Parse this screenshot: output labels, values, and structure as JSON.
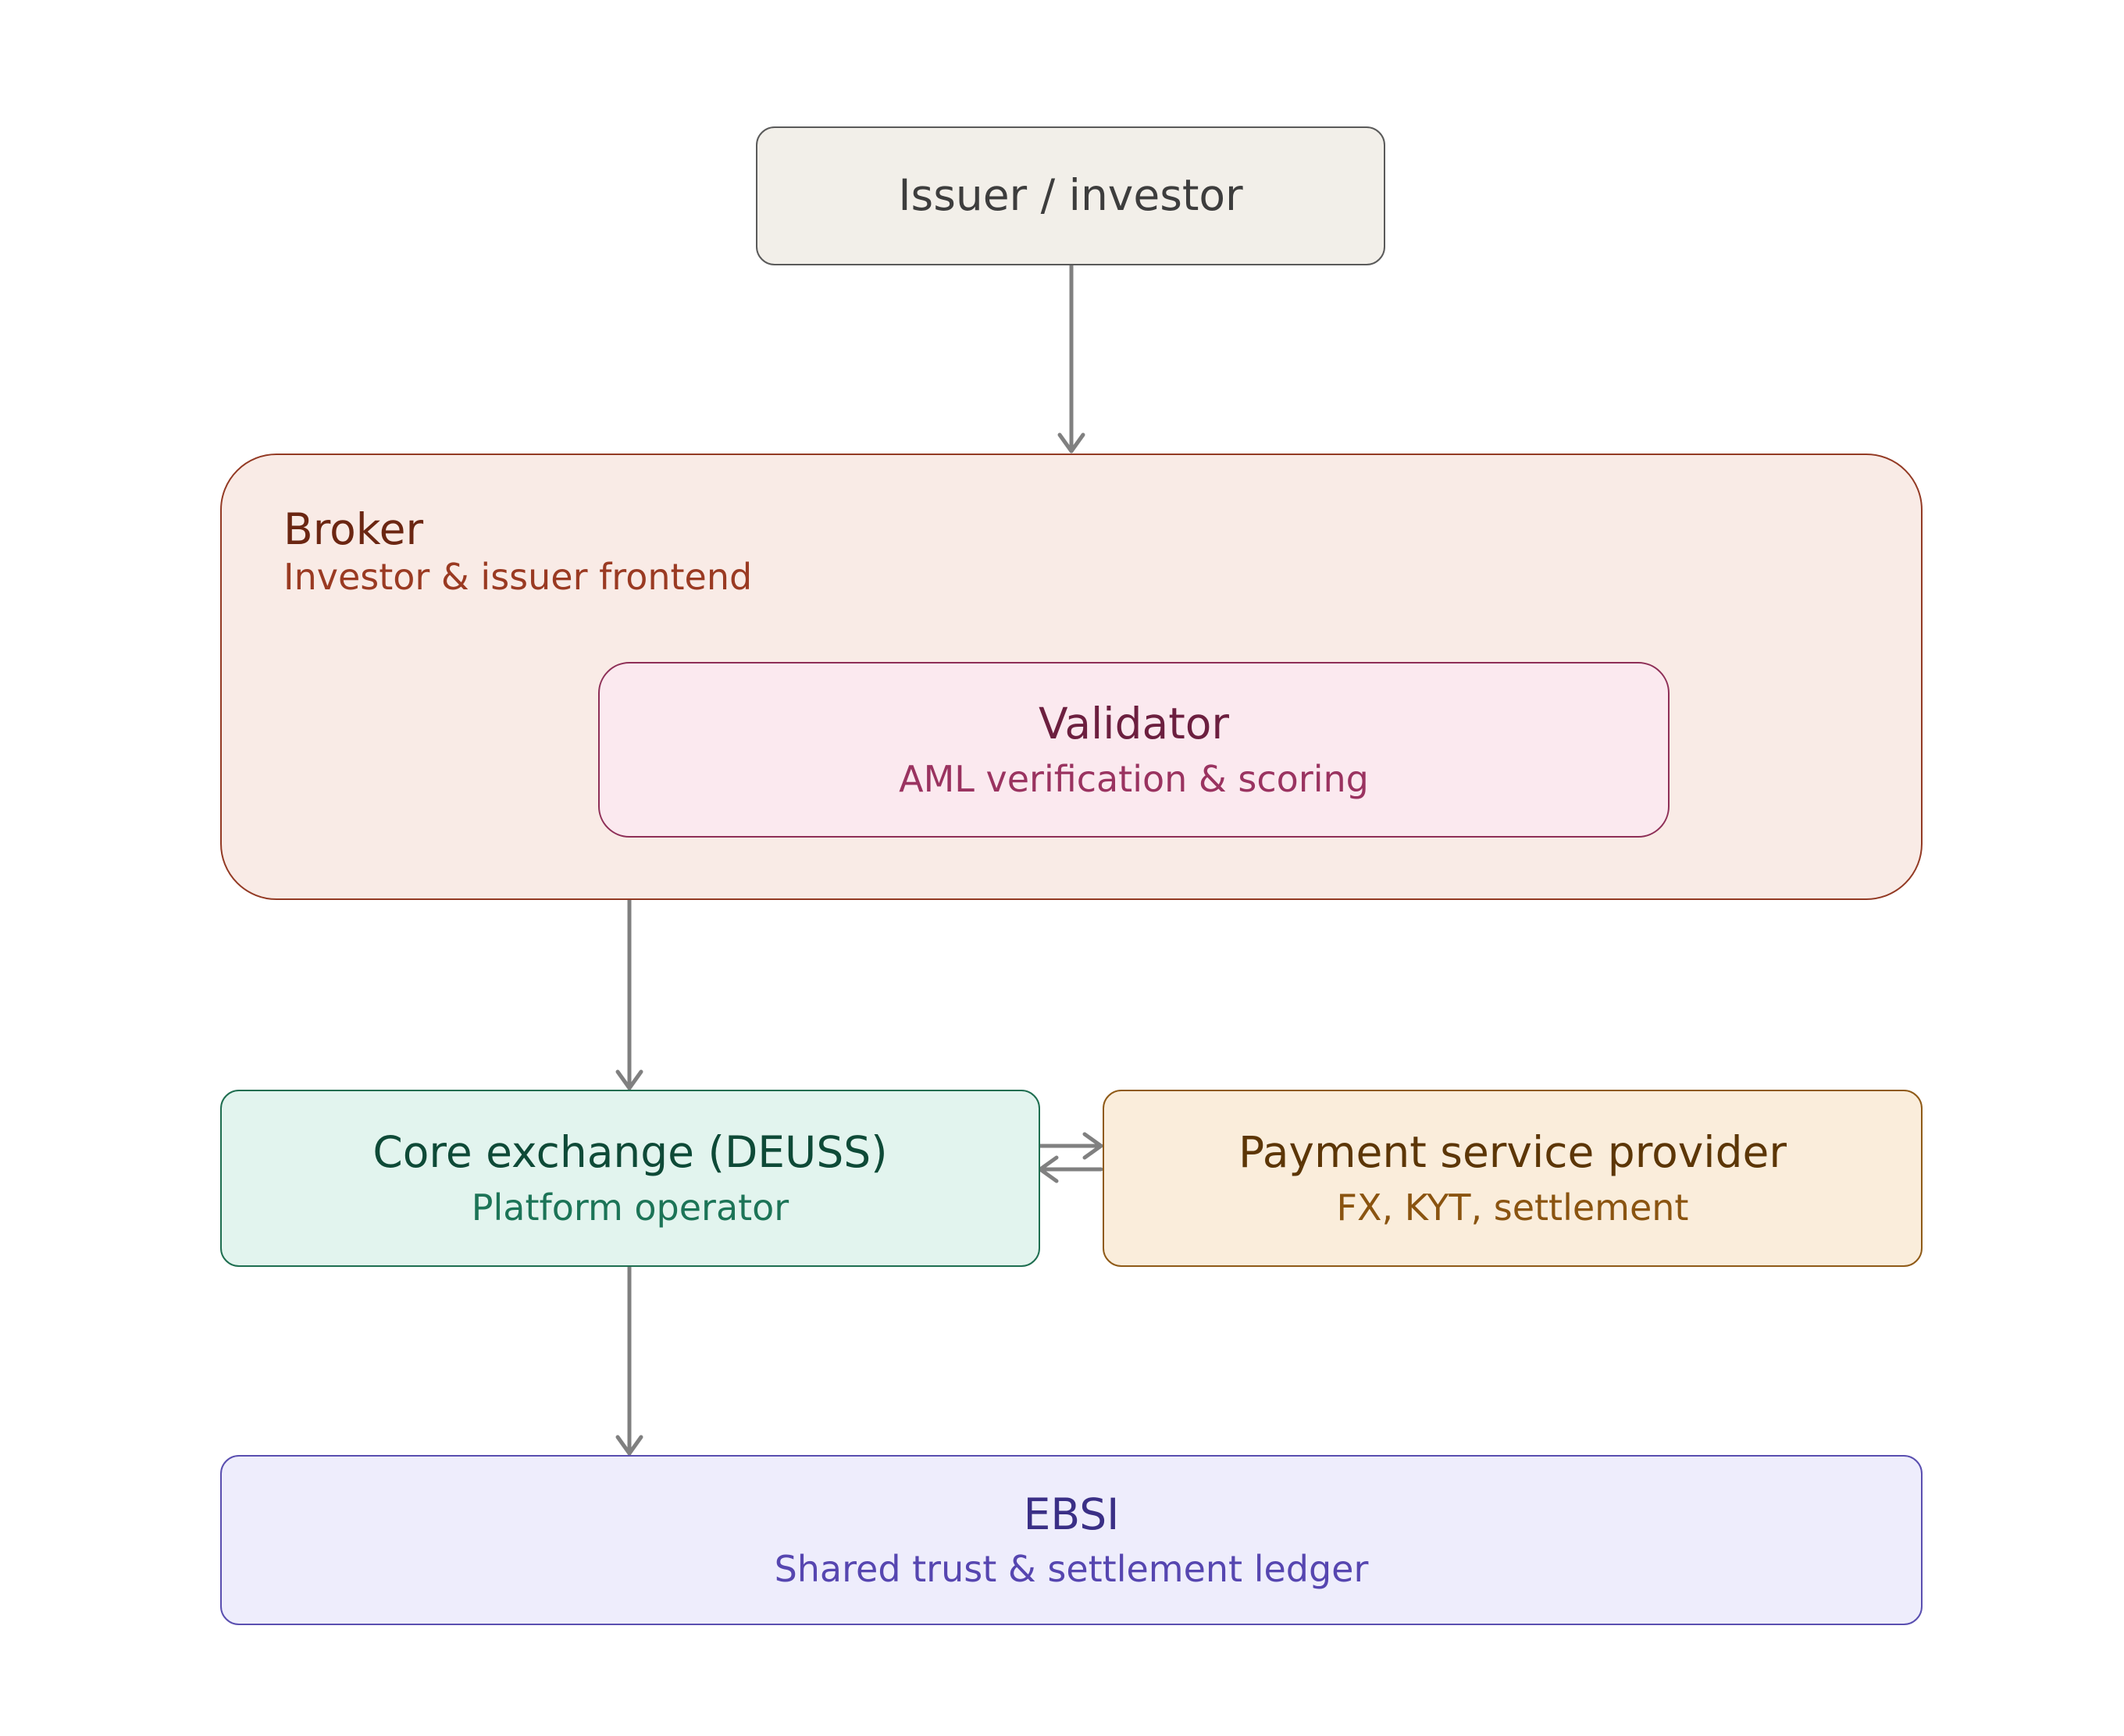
{
  "nodes": {
    "issuer": {
      "title": "Issuer / investor"
    },
    "broker": {
      "title": "Broker",
      "subtitle": "Investor & issuer frontend"
    },
    "validator": {
      "title": "Validator",
      "subtitle": "AML verification & scoring"
    },
    "core": {
      "title": "Core exchange (DEUSS)",
      "subtitle": "Platform operator"
    },
    "psp": {
      "title": "Payment service provider",
      "subtitle": "FX, KYT, settlement"
    },
    "ebsi": {
      "title": "EBSI",
      "subtitle": "Shared trust & settlement ledger"
    }
  },
  "edges": [
    {
      "from": "issuer",
      "to": "broker"
    },
    {
      "from": "broker",
      "to": "core"
    },
    {
      "from": "core",
      "to": "psp"
    },
    {
      "from": "psp",
      "to": "core"
    },
    {
      "from": "core",
      "to": "ebsi"
    }
  ],
  "colors": {
    "arrow": "#808080",
    "issuer_fill": "#f2efe9",
    "issuer_border": "#5a5a5a",
    "issuer_text": "#3d3d3d",
    "broker_fill": "#f9ebe6",
    "broker_border": "#933a24",
    "broker_title": "#6b2612",
    "broker_sub": "#9a3a22",
    "validator_fill": "#fbe9ef",
    "validator_border": "#8e2f57",
    "validator_title": "#6c1f3f",
    "validator_sub": "#9a3360",
    "core_fill": "#e2f4ee",
    "core_border": "#1e6e50",
    "core_title": "#0e4a37",
    "core_sub": "#1c7457",
    "psp_fill": "#faeddb",
    "psp_border": "#8f5a17",
    "psp_title": "#5c3606",
    "psp_sub": "#8a5410",
    "ebsi_fill": "#eeedfc",
    "ebsi_border": "#5a4fb0",
    "ebsi_title": "#3a2f86",
    "ebsi_sub": "#5646b0"
  }
}
